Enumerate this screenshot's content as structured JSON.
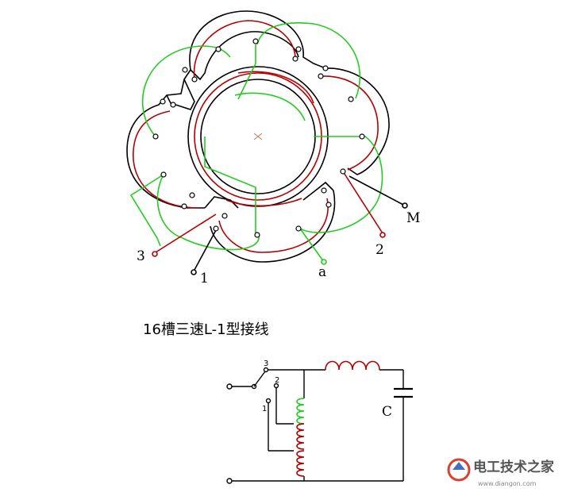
{
  "colors": {
    "winding_black": "#000000",
    "winding_red": "#b40000",
    "winding_green": "#22cc22",
    "center_mark": "#c87850",
    "logo_red": "#d84030"
  },
  "labels": {
    "terminal_M": "M",
    "terminal_2": "2",
    "terminal_3": "3",
    "terminal_1": "1",
    "terminal_a": "a"
  },
  "caption": "16槽三速L-1型接线",
  "schematic": {
    "switch_pos_3": "3",
    "switch_pos_2": "2",
    "switch_pos_1": "1",
    "capacitor": "C"
  },
  "watermark": {
    "brand": "电工技术之家",
    "url": "www.diangon.com"
  }
}
